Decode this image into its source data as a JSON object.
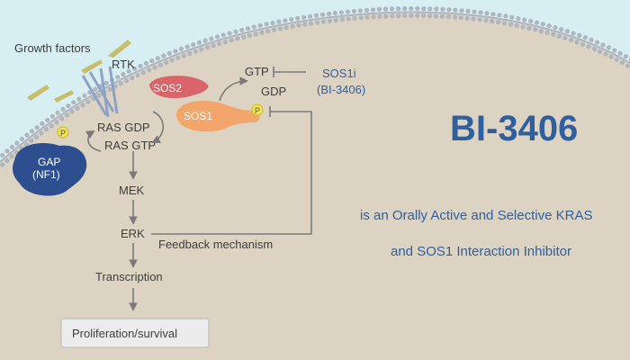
{
  "colors": {
    "extracellular": "#d7eef2",
    "cytoplasm": "#ddd3c3",
    "membrane": "#aeb6c0",
    "arrow": "#7a7a7a",
    "sos1": "#f3a66b",
    "sos2": "#d9646a",
    "gap": "#2e4f8f",
    "phosphate": "#f1e64f",
    "growth_factor": "#c8bd6a",
    "rtk": "#8ea2c6",
    "title_blue": "#2f5f9e",
    "result_box": "#ececec"
  },
  "diagram": {
    "growth_factors": "Growth factors",
    "rtk": "RTK",
    "sos2": "SOS2",
    "sos1": "SOS1",
    "gtp": "GTP",
    "gdp": "GDP",
    "ras_gdp": "RAS GDP",
    "ras_gtp": "RAS GTP",
    "gap_line1": "GAP",
    "gap_line2": "(NF1)",
    "phosphate": "P",
    "inhibitor_line1": "SOS1i",
    "inhibitor_line2": "(BI-3406)",
    "mek": "MEK",
    "erk": "ERK",
    "transcription": "Transcription",
    "feedback": "Feedback mechanism",
    "outcome": "Proliferation/survival"
  },
  "headline": {
    "title": "BI-3406",
    "subtitle_line1": "is an Orally Active and Selective KRAS",
    "subtitle_line2": "and SOS1 Interaction Inhibitor"
  }
}
